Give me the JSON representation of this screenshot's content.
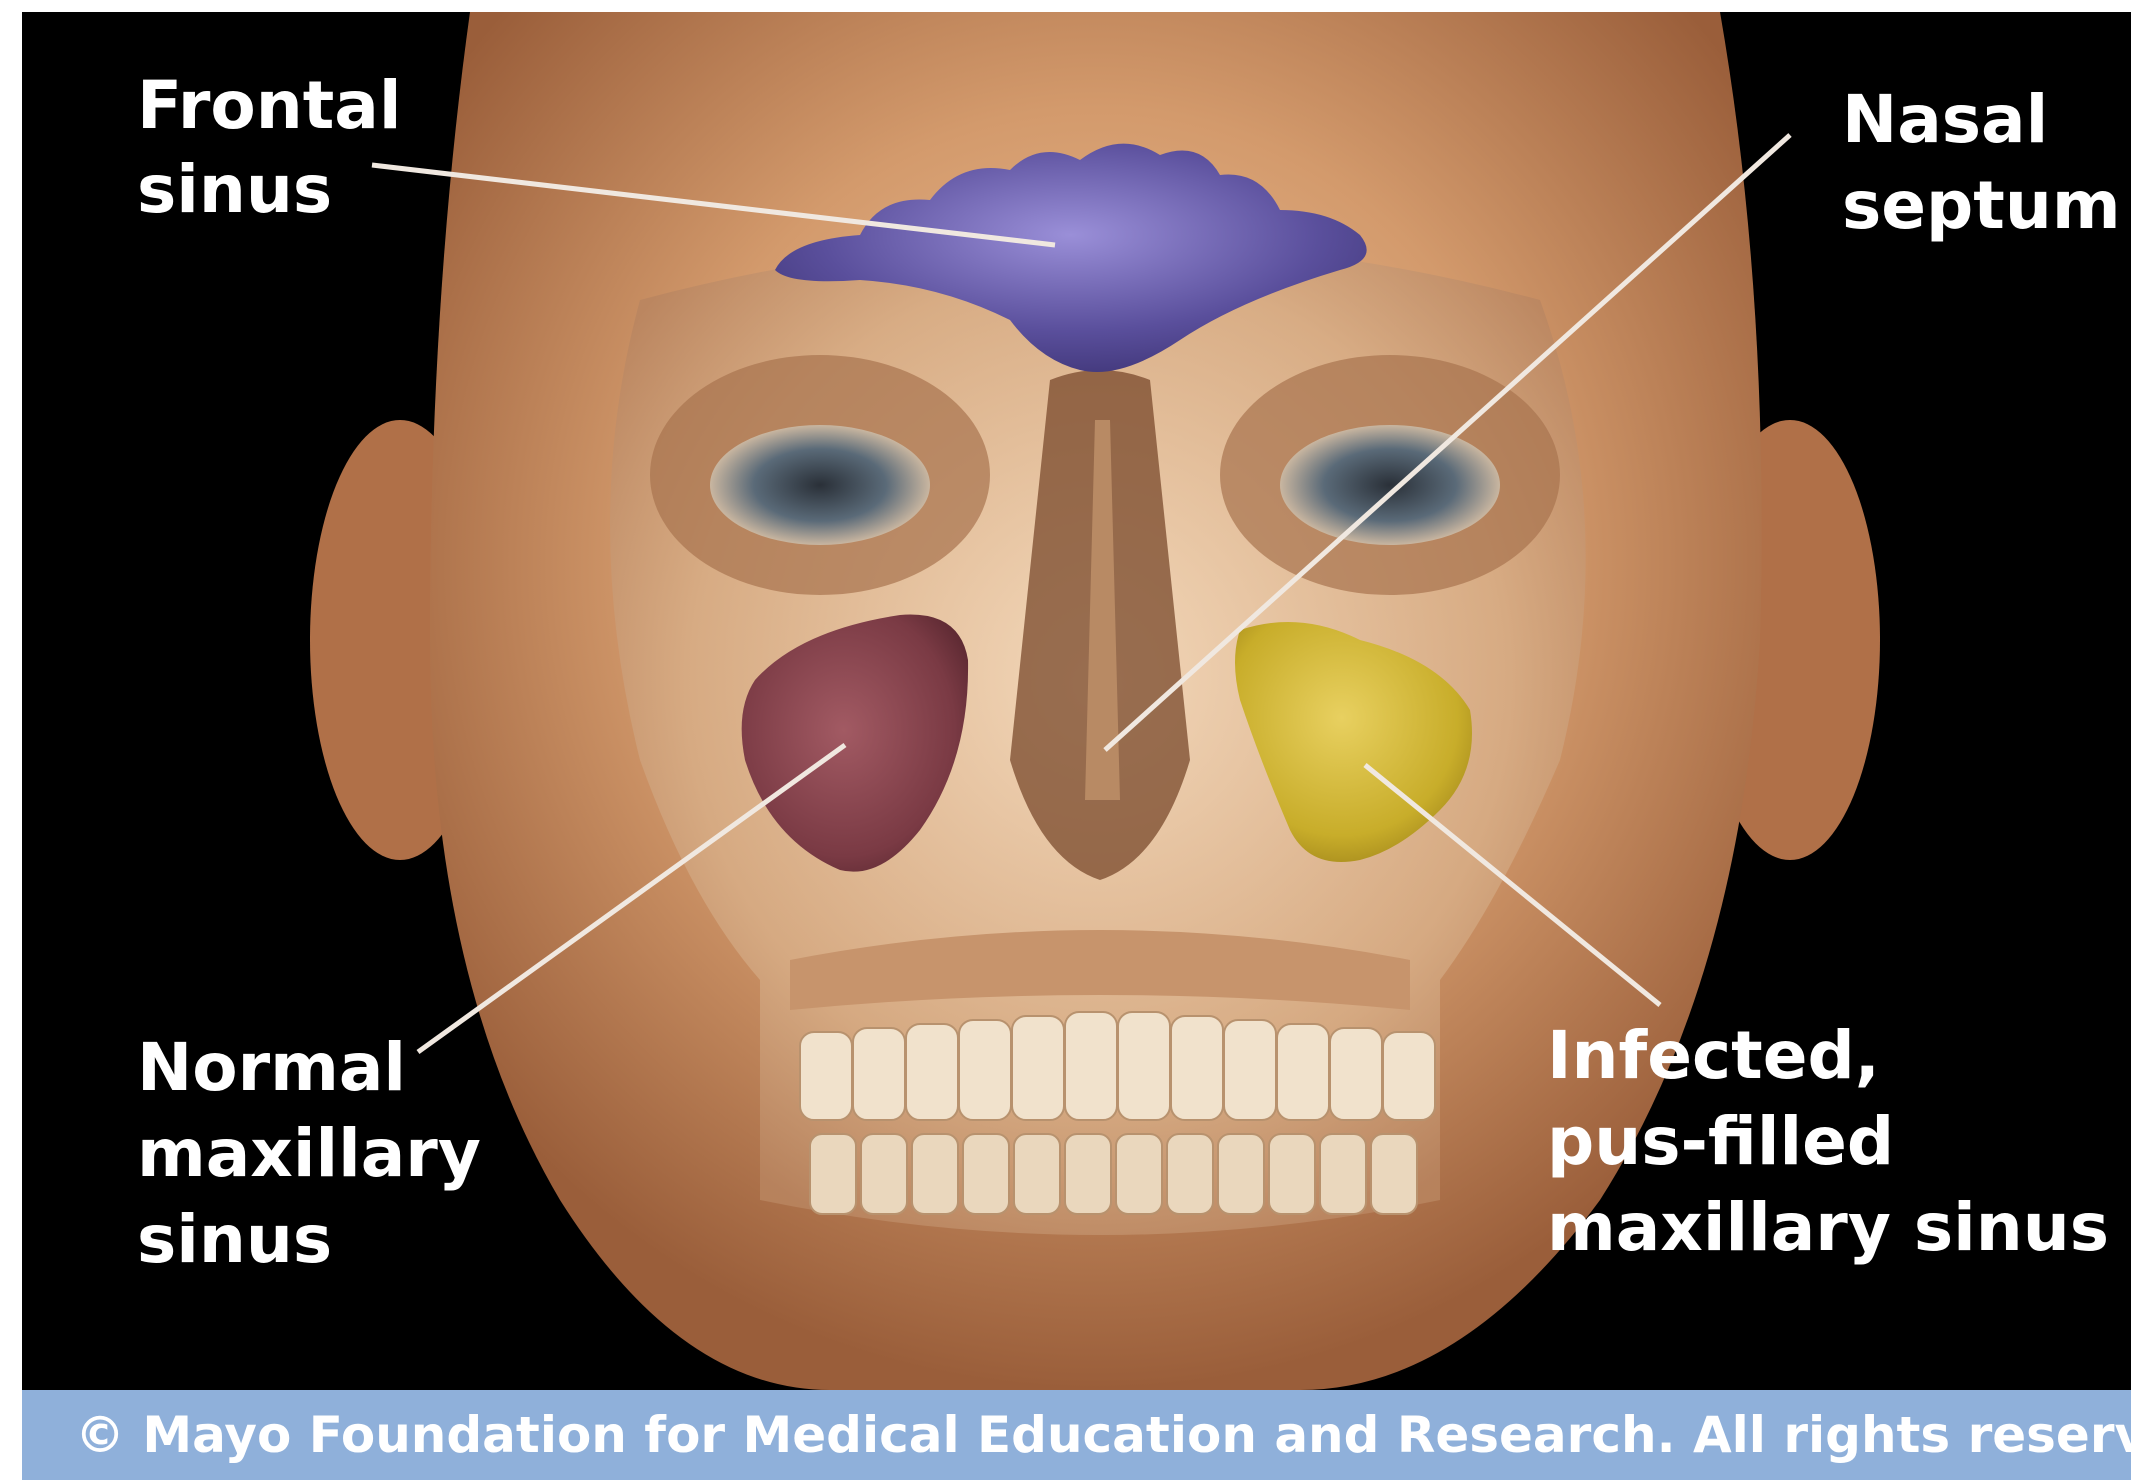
{
  "labels": {
    "frontal_sinus": [
      "Frontal",
      "sinus"
    ],
    "nasal_septum": [
      "Nasal",
      "septum"
    ],
    "normal_maxillary_sinus": [
      "Normal",
      "maxillary",
      "sinus"
    ],
    "infected_maxillary_sinus": [
      "Infected,",
      "pus-filled",
      "maxillary sinus"
    ]
  },
  "footer": {
    "copyright": "© Mayo Foundation for Medical Education and Research.  All rights reserved."
  },
  "colors": {
    "background": "#000000",
    "skin": "#c98a5e",
    "frontal_sinus": "#5a4f9c",
    "normal_maxillary_sinus": "#7a3a44",
    "infected_maxillary_sinus": "#c8ad2a",
    "footer_bar": "#8fb0da",
    "leader_line": "#f0e8e0"
  }
}
